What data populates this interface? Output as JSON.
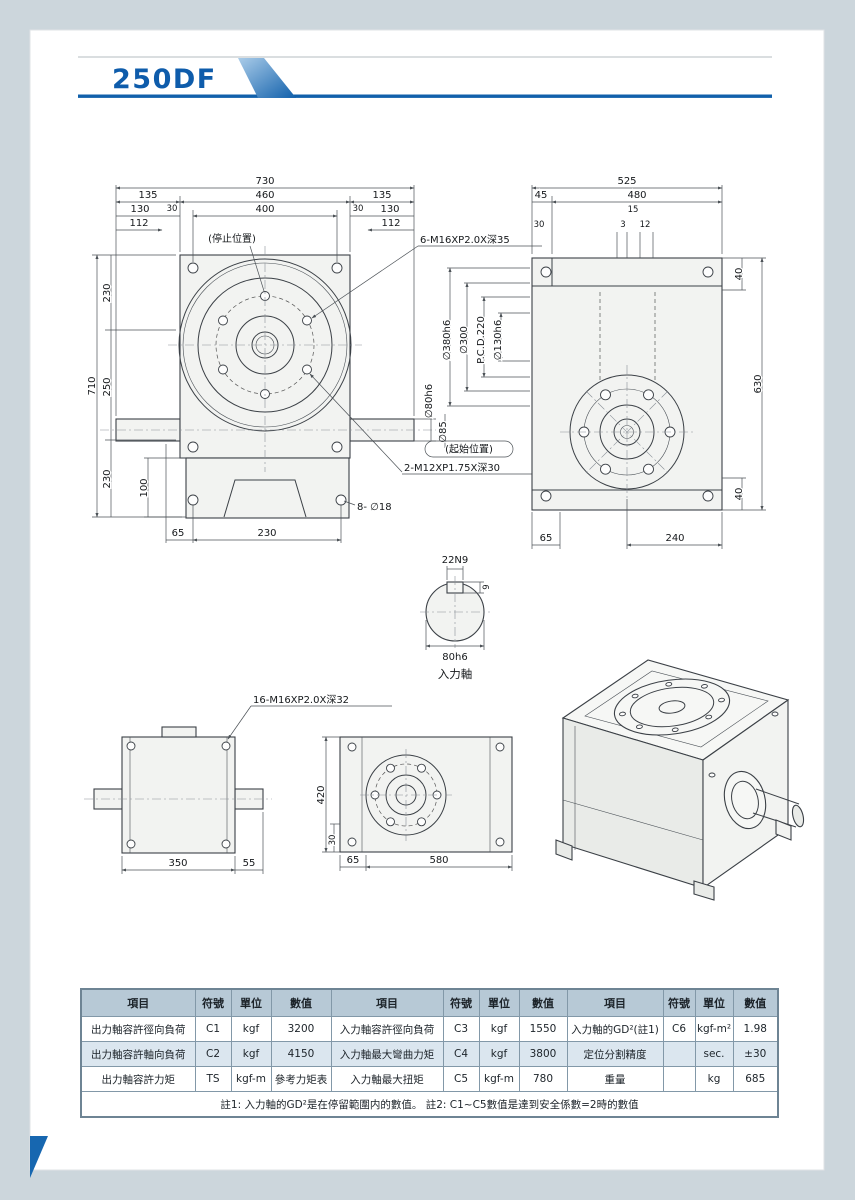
{
  "header": {
    "model": "250DF"
  },
  "front": {
    "w730": "730",
    "w460": "460",
    "w135l": "135",
    "w135r": "135",
    "w130l": "130",
    "w30l": "30",
    "w400": "400",
    "w30r": "30",
    "w130r": "130",
    "w112l": "112",
    "w112r": "112",
    "stop_pos": "(停止位置)",
    "tap6": "6-M16XP2.0X深35",
    "h710": "710",
    "h230t": "230",
    "h250": "250",
    "h230b": "230",
    "h100": "100",
    "b65": "65",
    "b230": "230",
    "holes8": "8- ∅18",
    "d80": "∅80h6",
    "d85": "∅85",
    "start_pos": "(起始位置)",
    "tap2": "2-M12XP1.75X深30"
  },
  "side": {
    "w525": "525",
    "w45": "45",
    "w480": "480",
    "t30": "30",
    "t15": "15",
    "t3": "3",
    "t12": "12",
    "d380": "∅380h6",
    "d300": "∅300",
    "pcd": "P.C.D.220",
    "d130": "∅130h6",
    "h40t": "40",
    "h630": "630",
    "h40b": "40",
    "b65": "65",
    "b240": "240"
  },
  "shaft": {
    "key_w": "22N9",
    "key_h": "9",
    "dia": "80h6",
    "caption": "入力軸"
  },
  "rear": {
    "tap16": "16-M16XP2.0X深32",
    "w350": "350",
    "w55": "55"
  },
  "bottom": {
    "h420": "420",
    "h30": "30",
    "w65": "65",
    "w580": "580"
  },
  "table": {
    "headers": [
      "項目",
      "符號",
      "單位",
      "數值"
    ],
    "rows": [
      [
        "出力軸容許徑向負荷",
        "C1",
        "kgf",
        "3200",
        "入力軸容許徑向負荷",
        "C3",
        "kgf",
        "1550",
        "入力軸的GD²(註1)",
        "C6",
        "kgf-m²",
        "1.98"
      ],
      [
        "出力軸容許軸向負荷",
        "C2",
        "kgf",
        "4150",
        "入力軸最大彎曲力矩",
        "C4",
        "kgf",
        "3800",
        "定位分割精度",
        "",
        "sec.",
        "±30"
      ],
      [
        "出力軸容許力矩",
        "TS",
        "kgf-m",
        "參考力矩表",
        "入力軸最大扭矩",
        "C5",
        "kgf-m",
        "780",
        "重量",
        "",
        "kg",
        "685"
      ]
    ],
    "note": "註1:  入力軸的GD²是在停留範圍内的數值。  註2:  C1~C5數值是達到安全係數=2時的數值"
  }
}
